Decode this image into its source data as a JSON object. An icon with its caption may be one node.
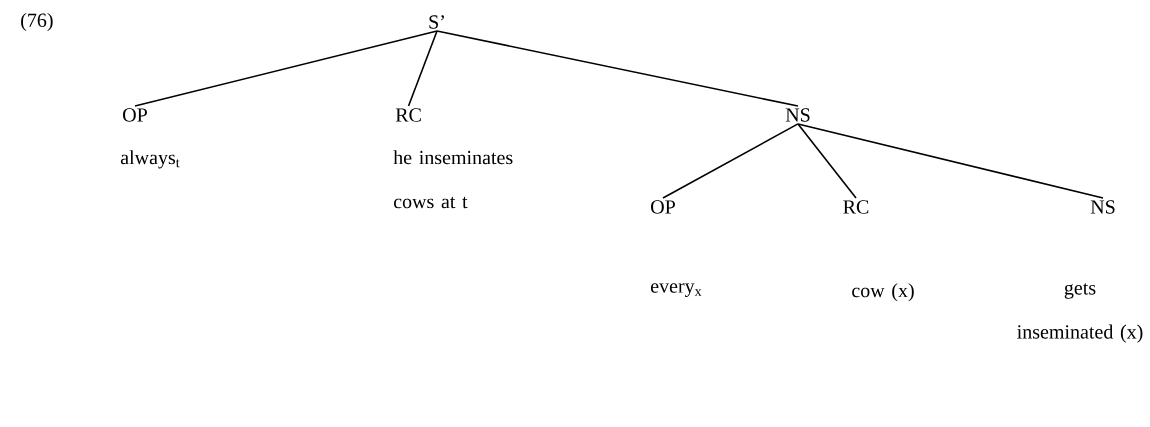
{
  "diagram": {
    "nodes": [
      {
        "text": [
          "S’"
        ]
      },
      {
        "text": [
          "OP"
        ],
        "beside": [
          "always$_{t}$"
        ]
      },
      {
        "text": [
          "RC"
        ],
        "beside": [
          "he inseminates cows at t"
        ]
      },
      {
        "text": [
          "NS"
        ]
      },
      {
        "text": [
          "OP"
        ],
        "beside": [
          "every$_{x}$"
        ]
      },
      {
        "text": [
          "RC"
        ],
        "beside": [
          "cow (x)"
        ]
      },
      {
        "text": [
          "NS"
        ],
        "beside": [
          "gets inseminated (x)"
        ]
      }
    ],
    "edges": [
      {
        "from": 0,
        "to": 1,
        "arrow": "none"
      },
      {
        "from": 0,
        "to": 2,
        "arrow": "none"
      },
      {
        "from": 0,
        "to": 3,
        "arrow": "none"
      },
      {
        "from": 3,
        "to": 4,
        "arrow": "none"
      },
      {
        "from": 3,
        "to": 5,
        "arrow": "none"
      },
      {
        "from": 3,
        "to": 6,
        "arrow": "none"
      }
    ],
    "labels": [
      "(76)"
    ]
  }
}
